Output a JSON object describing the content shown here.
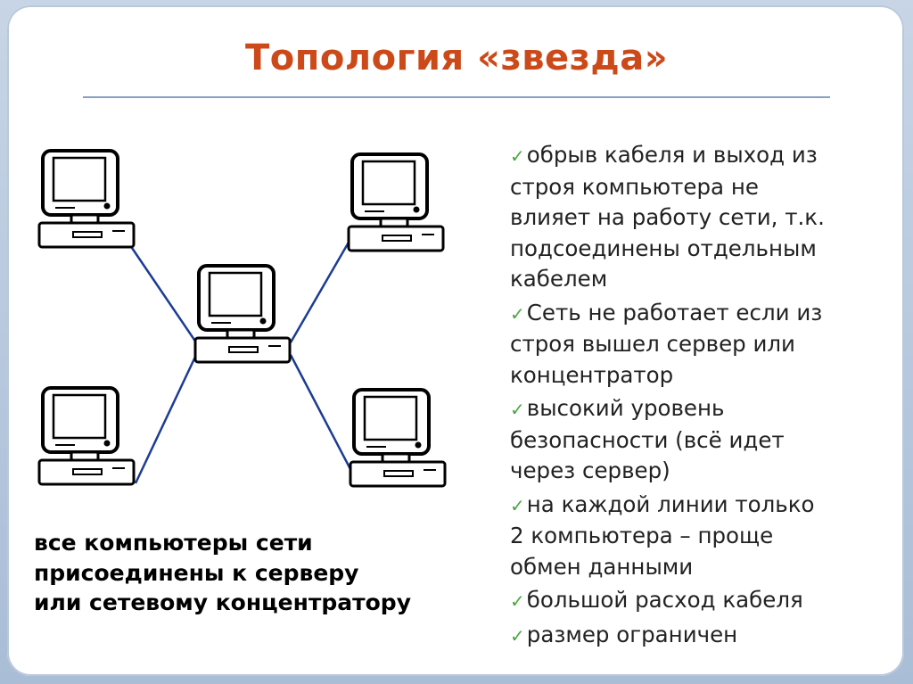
{
  "slide": {
    "title": "Топология «звезда»"
  },
  "diagram": {
    "link_color": "#1c3c94",
    "nodes": [
      {
        "id": "pc-top-left",
        "role": "computer",
        "icon": "computer-icon"
      },
      {
        "id": "pc-top-right",
        "role": "computer",
        "icon": "computer-icon"
      },
      {
        "id": "pc-bottom-left",
        "role": "computer",
        "icon": "computer-icon"
      },
      {
        "id": "pc-bottom-right",
        "role": "computer",
        "icon": "computer-icon"
      },
      {
        "id": "hub-center",
        "role": "server",
        "icon": "computer-icon"
      }
    ],
    "edges": [
      {
        "from": "pc-top-left",
        "to": "hub-center"
      },
      {
        "from": "pc-top-right",
        "to": "hub-center"
      },
      {
        "from": "pc-bottom-left",
        "to": "hub-center"
      },
      {
        "from": "pc-bottom-right",
        "to": "hub-center"
      }
    ]
  },
  "caption": {
    "lines": [
      "все компьютеры сети",
      "присоединены к серверу",
      "или сетевому концентратору"
    ]
  },
  "bullets": [
    {
      "lines": [
        "обрыв кабеля и выход из",
        "строя компьютера не",
        "влияет на работу сети, т.к.",
        "подсоединены отдельным",
        "кабелем"
      ]
    },
    {
      "lines": [
        "Сеть не работает если из",
        "строя вышел сервер или",
        "концентратор"
      ]
    },
    {
      "lines": [
        "высокий уровень",
        "безопасности (всё идет",
        "через сервер)"
      ]
    },
    {
      "lines": [
        "на каждой линии только",
        "2 компьютера – проще",
        "обмен данными"
      ]
    },
    {
      "lines": [
        "большой расход кабеля"
      ]
    },
    {
      "lines": [
        "размер ограничен"
      ]
    }
  ],
  "check_mark": "✓",
  "colors": {
    "title": "#cc4a1a",
    "check": "#4aa641",
    "link": "#1c3c94"
  }
}
